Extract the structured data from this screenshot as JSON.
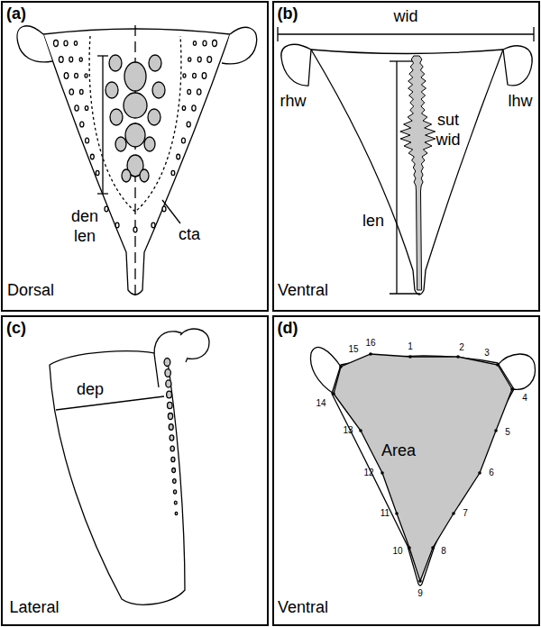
{
  "diagram": {
    "nodes": [
      {
        "text": [
          "(a)",
          "den",
          "len",
          "cta",
          "Dorsal"
        ]
      },
      {
        "text": [
          "(b)",
          "wid",
          "rhw",
          "sut",
          "wid",
          "lhw",
          "len",
          "Ventral"
        ]
      },
      {
        "text": [
          "(c)",
          "dep",
          "Lateral"
        ]
      },
      {
        "text": [
          "(d)",
          "1",
          "2",
          "3",
          "4",
          "5",
          "6",
          "7",
          "8",
          "9",
          "10",
          "11",
          "12",
          "13",
          "14",
          "15",
          "16",
          "Area",
          "Ventral"
        ]
      }
    ]
  }
}
